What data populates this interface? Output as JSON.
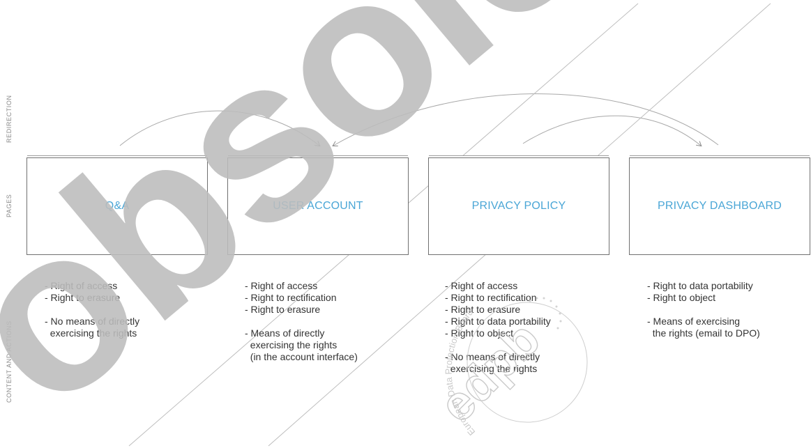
{
  "side_labels": {
    "redirection": "REDIRECTION",
    "pages": "PAGES",
    "content_and_actions": "CONTENT AND ACTIONS"
  },
  "pages": [
    {
      "title": "Q&A",
      "content": [
        "- Right of access",
        "- Right to erasure",
        "",
        "- No means of directly",
        "  exercising the rights"
      ]
    },
    {
      "title": "USER ACCOUNT",
      "content": [
        "- Right of access",
        "- Right to rectification",
        "- Right to erasure",
        "",
        "- Means of directly",
        "  exercising the rights",
        "  (in the account interface)"
      ]
    },
    {
      "title": "PRIVACY POLICY",
      "content": [
        "- Right of access",
        "- Right to rectification",
        "- Right to erasure",
        "- Right to data portability",
        "- Right to object",
        "",
        "- No means of directly",
        "  exercising the rights"
      ]
    },
    {
      "title": "PRIVACY DASHBOARD",
      "content": [
        "- Right to data portability",
        "- Right to object",
        "",
        "- Means of exercising",
        "  the rights (email to DPO)"
      ]
    }
  ],
  "watermark": {
    "word": "obsolete",
    "logo_text": "edpb",
    "seal_text": "European Data Protection Board"
  },
  "colors": {
    "page_title": "#4aa6d6",
    "watermark": "#bdbdbd",
    "arrow": "#a8a8a8",
    "box_border": "#707070"
  }
}
